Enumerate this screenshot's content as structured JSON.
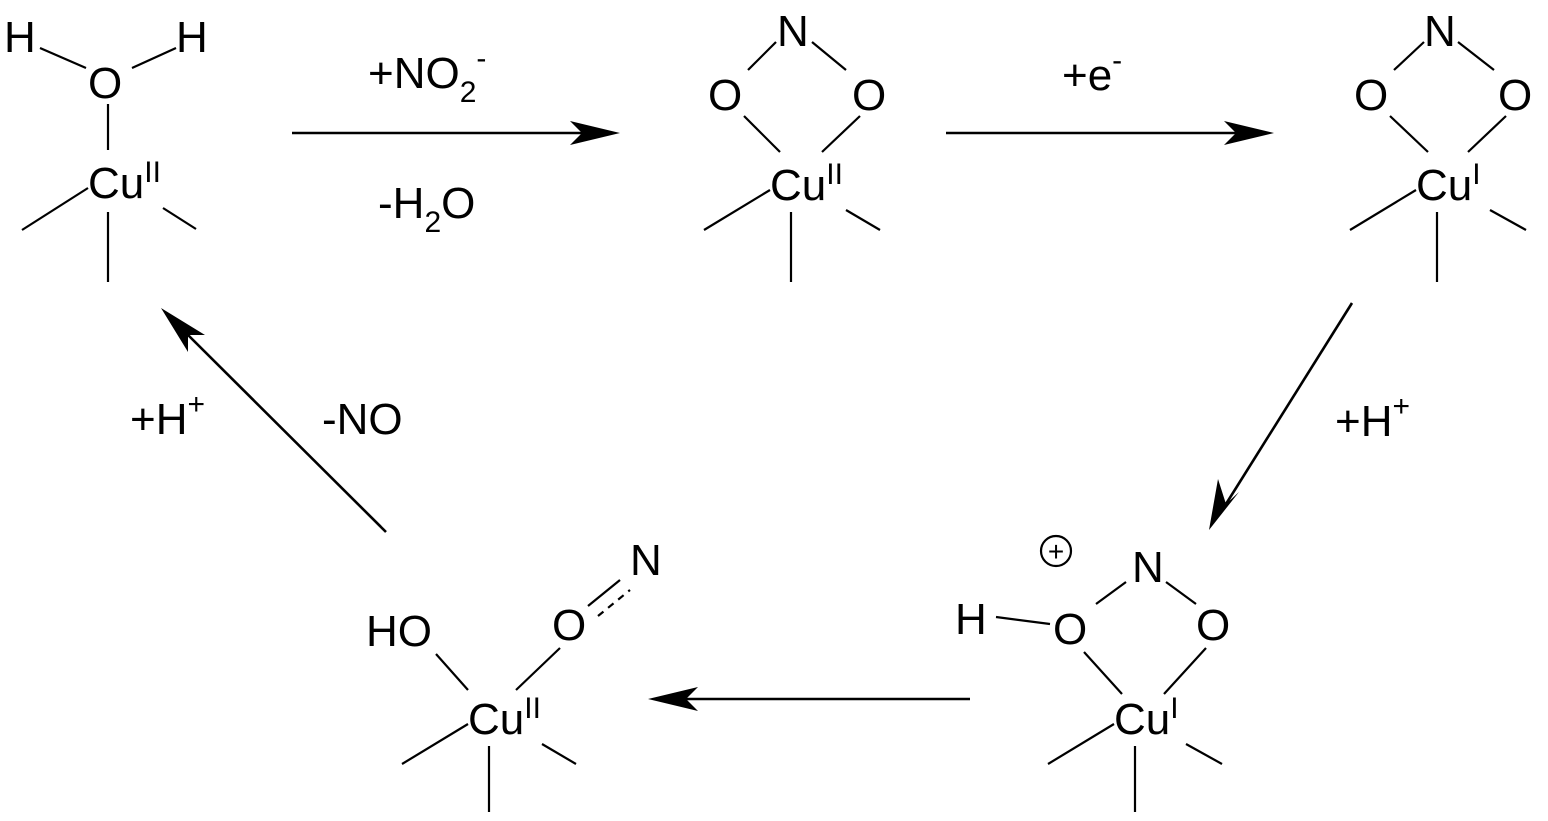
{
  "atoms": {
    "H": "H",
    "O": "O",
    "N": "N",
    "Cu": "Cu",
    "HO": "HO",
    "ox_II": "II",
    "ox_I": "I",
    "charge": "+"
  },
  "arrows": {
    "nitrite_binding": {
      "above": "+NO",
      "above_sub": "2",
      "above_sup": "-",
      "below": "-H",
      "below_sub": "2",
      "below_tail": "O"
    },
    "reduction": {
      "label": "+e",
      "label_sup": "-"
    },
    "protonation": {
      "label": "+H",
      "label_sup": "+"
    },
    "no_release": {
      "label_left": "+H",
      "label_left_sup": "+",
      "label_right": "-NO"
    }
  }
}
